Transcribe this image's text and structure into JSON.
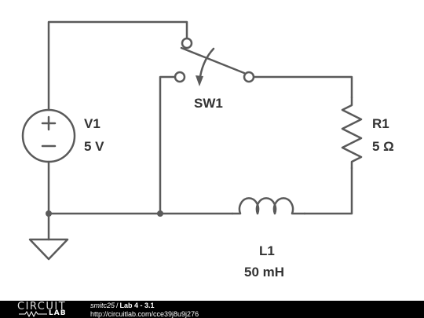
{
  "components": {
    "source": {
      "ref": "V1",
      "value": "5 V"
    },
    "switch": {
      "ref": "SW1"
    },
    "resistor": {
      "ref": "R1",
      "value": "5 Ω"
    },
    "inductor": {
      "ref": "L1",
      "value": "50 mH"
    }
  },
  "footer": {
    "logo_top": "CIRCUIT",
    "logo_bottom": "LAB",
    "author": "smitc25",
    "separator": "/",
    "project": "Lab 4 - 3.1",
    "url": "http://circuitlab.com/cce39j8u9j276"
  },
  "colors": {
    "wire": "#5a5a5a",
    "text": "#333333",
    "footer_bg": "#000000"
  }
}
